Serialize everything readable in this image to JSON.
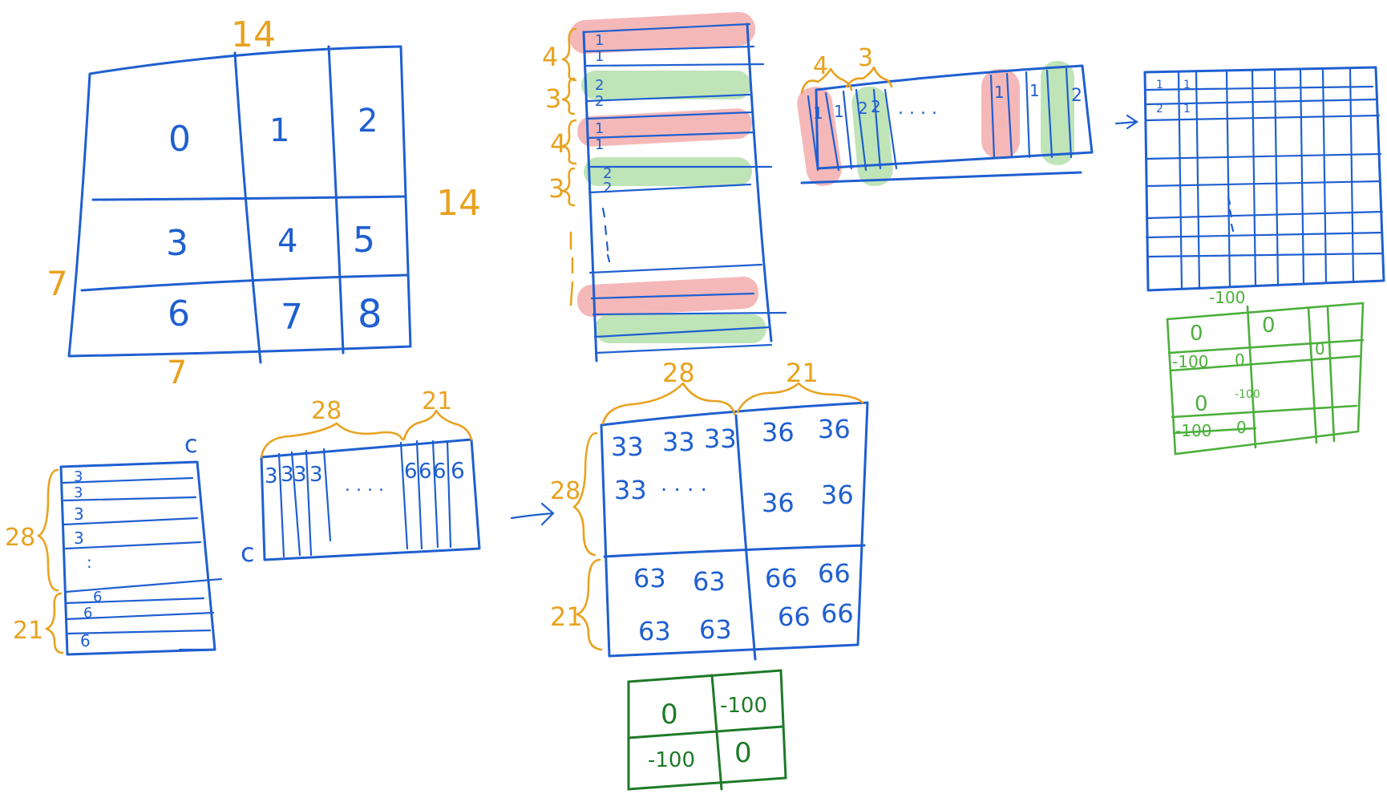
{
  "colors": {
    "ink_blue": "#1f5fd0",
    "ink_orange": "#e8a21f",
    "ink_green": "#4caf3c",
    "ink_dark_green": "#1e7a28",
    "highlight_red": "#f2a0a0",
    "highlight_green": "#a9dba0"
  },
  "grid9": {
    "top_label": "14",
    "right_label": "14",
    "left_label": "7",
    "bottom_label": "7",
    "cells": [
      "0",
      "1",
      "2",
      "3",
      "4",
      "5",
      "6",
      "7",
      "8"
    ]
  },
  "stripes": {
    "brace_labels": [
      "4",
      "3",
      "4",
      "3"
    ],
    "row_labels": [
      "1",
      "1",
      "2",
      "2",
      "1",
      "1",
      "2",
      "2"
    ]
  },
  "row_strip": {
    "brace_labels": [
      "4",
      "3"
    ],
    "cells": [
      "1",
      "1",
      "2",
      "2",
      "1",
      "1",
      "2"
    ],
    "ellipsis": ". . . ."
  },
  "small_grid": {
    "cells": [
      "1",
      "1",
      "2",
      "1"
    ]
  },
  "green_mask": {
    "top_label": "-100",
    "cells": [
      "0",
      "0",
      "-100",
      "0",
      "0",
      "0",
      "-100",
      "-100",
      "0"
    ]
  },
  "col_matrix": {
    "top_label": "c",
    "brace_labels": [
      "28",
      "21"
    ],
    "rows": [
      "3",
      "3",
      "3",
      "3",
      "6",
      "6",
      "6"
    ],
    "ellipsis": ":"
  },
  "row_matrix": {
    "left_label": "c",
    "brace_labels": [
      "28",
      "21"
    ],
    "cells": [
      "3",
      "3",
      "3",
      "3",
      "6",
      "6",
      "6",
      "6"
    ],
    "ellipsis": ". . . ."
  },
  "block_grid": {
    "brace_top": [
      "28",
      "21"
    ],
    "brace_left": [
      "28",
      "21"
    ],
    "q1": [
      "33",
      "33",
      "33",
      "33"
    ],
    "q1_ellipsis": ". . . .",
    "q2": [
      "36",
      "36",
      "36",
      "36"
    ],
    "q3": [
      "63",
      "63",
      "63",
      "63"
    ],
    "q4": [
      "66",
      "66",
      "66",
      "66"
    ]
  },
  "mask2": {
    "cells": [
      "0",
      "-100",
      "-100",
      "0"
    ]
  }
}
